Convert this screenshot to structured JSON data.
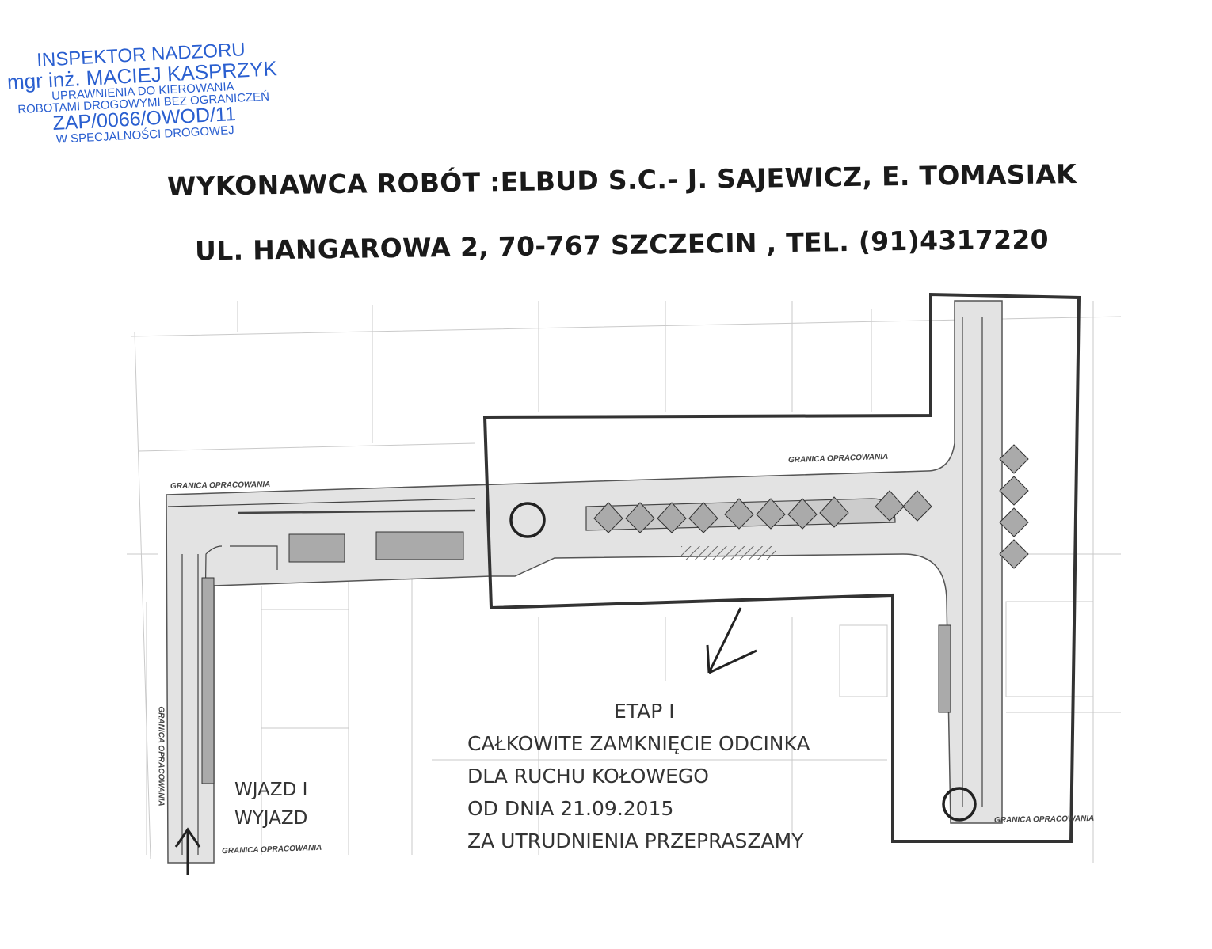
{
  "stamp": {
    "line1": "INSPEKTOR NADZORU",
    "line2": "mgr inż. MACIEJ KASPRZYK",
    "line3": "UPRAWNIENIA DO KIEROWANIA",
    "line4": "ROBOTAMI DROGOWYMI BEZ OGRANICZEŃ",
    "line5": "ZAP/0066/OWOD/11",
    "line6": "W SPECJALNOŚCI DROGOWEJ"
  },
  "header": {
    "contractor": "WYKONAWCA ROBÓT :ELBUD S.C.- J. SAJEWICZ, E. TOMASIAK",
    "address": "UL. HANGAROWA 2, 70-767 SZCZECIN , TEL. (91)4317220"
  },
  "map": {
    "boundary_label": "GRANICA OPRACOWANIA",
    "entrance": [
      "WJAZD I",
      "WYJAZD"
    ],
    "notice": [
      "ETAP I",
      "CAŁKOWITE ZAMKNIĘCIE ODCINKA",
      "DLA RUCHU KOŁOWEGO",
      "OD DNIA 21.09.2015",
      "ZA UTRUDNIENIA PRZEPRASZAMY"
    ]
  }
}
